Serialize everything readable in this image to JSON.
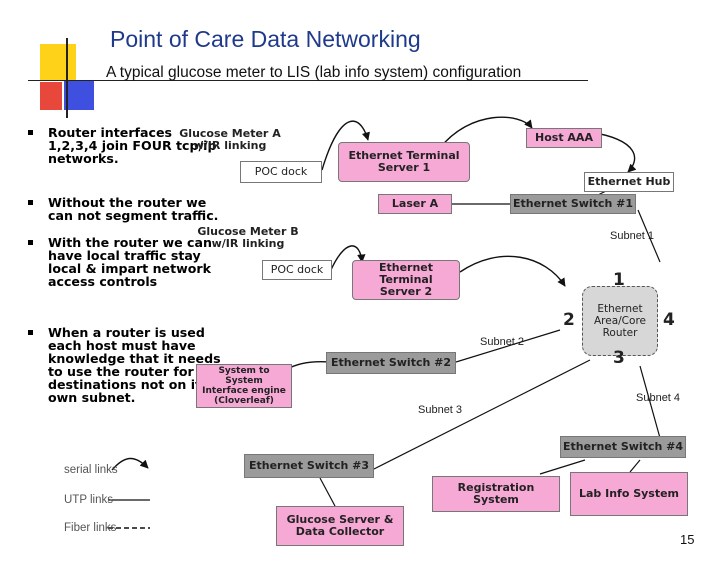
{
  "title": "Point of Care Data Networking",
  "subtitle": "A typical glucose meter to LIS (lab info system) configuration",
  "bullets": [
    "Router interfaces 1,2,3,4 join FOUR tcp/ip networks.",
    "Without the router we can not segment traffic.",
    "With the router we can have local traffic stay local & impart network access controls",
    "When a router is used each host must have knowledge that it needs to use the router for destinations not on its own subnet."
  ],
  "nodes": {
    "meter_a": "Glucose Meter A w/IR linking",
    "poc_dock_1": "POC dock",
    "ets1": "Ethernet Terminal Server 1",
    "host_aaa": "Host AAA",
    "ethernet_hub": "Ethernet Hub",
    "laser_a": "Laser A",
    "switch1": "Ethernet Switch #1",
    "meter_b": "Glucose Meter B w/IR linking",
    "poc_dock_2": "POC dock",
    "ets2": "Ethernet Terminal Server 2",
    "router": "Ethernet Area/Core Router",
    "switch2": "Ethernet Switch #2",
    "interface_engine": "System to System Interface engine (Cloverleaf)",
    "switch3": "Ethernet Switch #3",
    "switch4": "Ethernet Switch #4",
    "registration": "Registration System",
    "lab_info": "Lab Info System",
    "glucose_server": "Glucose Server & Data Collector"
  },
  "subnets": {
    "s1": "Subnet 1",
    "s2": "Subnet 2",
    "s3": "Subnet 3",
    "s4": "Subnet 4"
  },
  "interfaces": {
    "i1": "1",
    "i2": "2",
    "i3": "3",
    "i4": "4"
  },
  "legend": {
    "serial": "serial links",
    "utp": "UTP links",
    "fiber": "Fiber links"
  },
  "page_number": "15",
  "colors": {
    "pink": "#f7a9d6",
    "gray": "#9b9b9b",
    "title": "#1f3a8a"
  }
}
